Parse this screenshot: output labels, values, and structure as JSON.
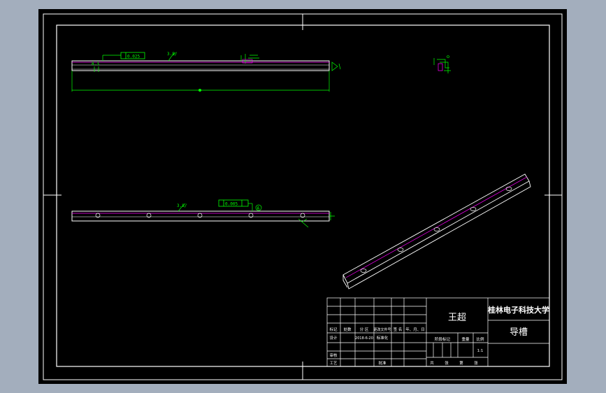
{
  "drawing": {
    "title_block": {
      "designer": "王超",
      "school": "桂林电子科技大学",
      "part_name": "导槽",
      "headers": [
        "标记",
        "处数",
        "分 区",
        "更改文件号",
        "签 名",
        "年、月、日"
      ],
      "row_design": {
        "label": "设计",
        "date": "2018-6-20",
        "std": "标准化"
      },
      "row_review": "审核",
      "row_process": "工艺",
      "row_approve": "批准",
      "stage_labels": [
        "阶段标记",
        "重量",
        "比例"
      ],
      "scale": "1:1",
      "sheet_text": [
        "共",
        "张",
        "第",
        "张"
      ]
    },
    "front_view": {
      "flatness_tol": "0.025",
      "roughness": "3.8/",
      "left_dim": "8.3"
    },
    "bottom_view": {
      "tolerance": "0.005",
      "datum": "A",
      "roughness": "3.8/"
    }
  }
}
